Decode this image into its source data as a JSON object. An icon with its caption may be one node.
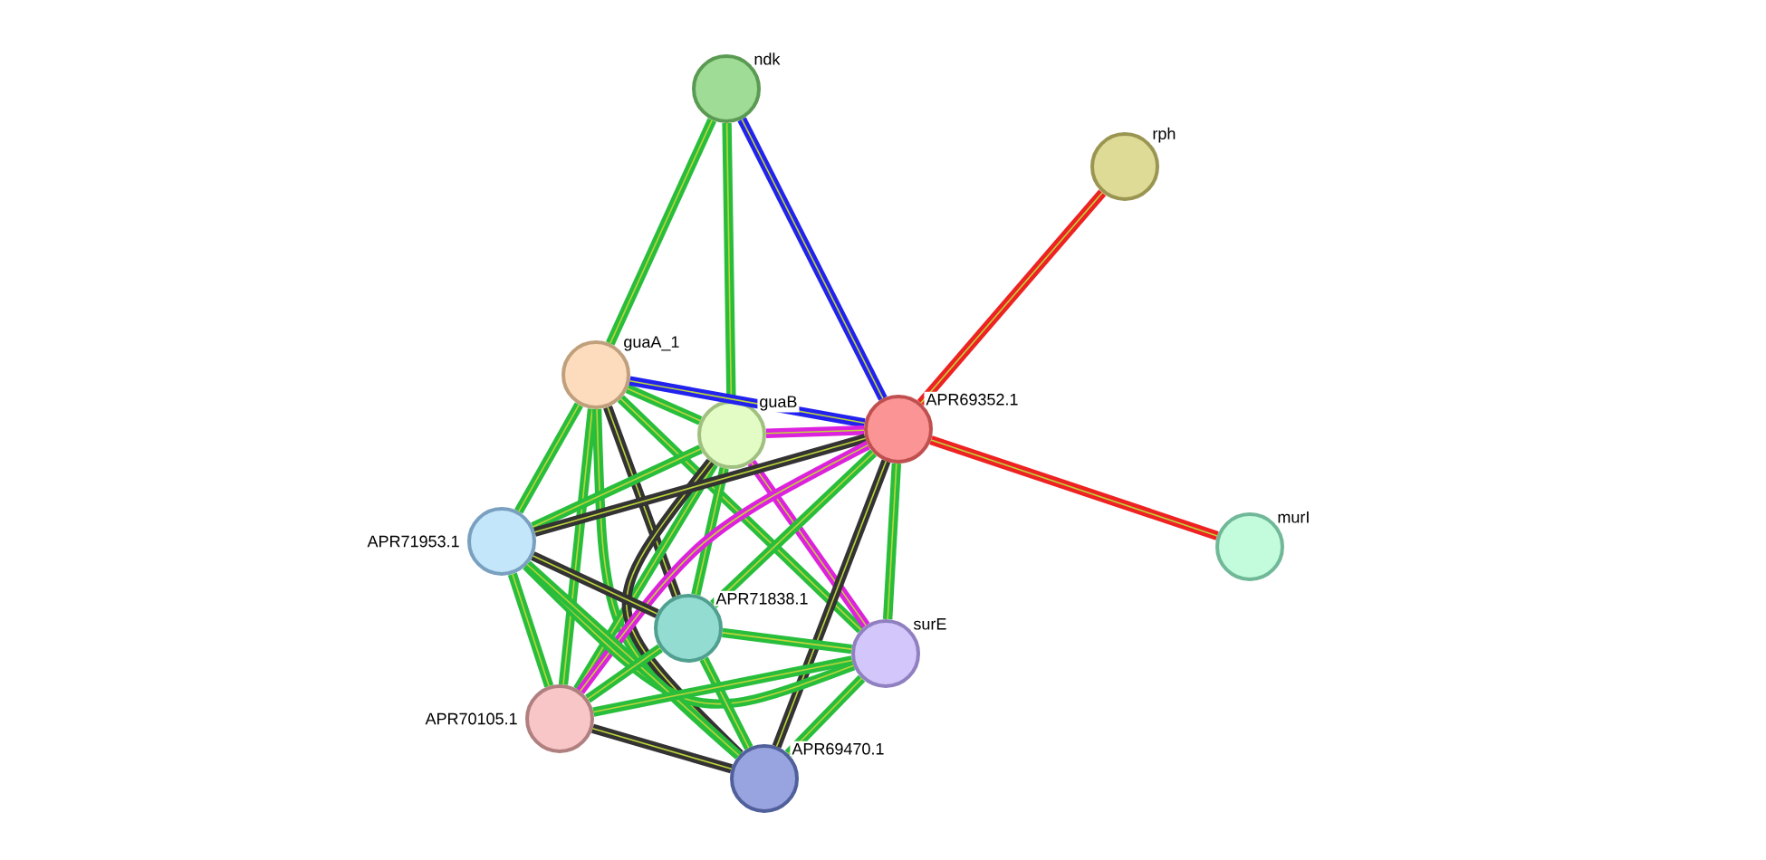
{
  "diagram": {
    "nodes": [
      {
        "text": [
          "ndk"
        ]
      },
      {
        "text": [
          "rph"
        ]
      },
      {
        "text": [
          "guaA_1"
        ]
      },
      {
        "text": [
          "guaB"
        ]
      },
      {
        "text": [
          "APR69352.1"
        ]
      },
      {
        "text": [
          "murI"
        ]
      },
      {
        "text": [
          "APR71953.1"
        ]
      },
      {
        "text": [
          "APR71838.1"
        ]
      },
      {
        "text": [
          "surE"
        ]
      },
      {
        "text": [
          "APR70105.1"
        ]
      },
      {
        "text": [
          "APR69470.1"
        ]
      }
    ],
    "edges": [
      {
        "from": 0,
        "to": 2,
        "arrow": "none"
      },
      {
        "from": 0,
        "to": 3,
        "arrow": "none"
      },
      {
        "from": 0,
        "to": 4,
        "arrow": "none",
        "color": "#2222ee"
      },
      {
        "from": 4,
        "to": 1,
        "arrow": "none",
        "color": "#ee2222"
      },
      {
        "from": 4,
        "to": 5,
        "arrow": "none",
        "color": "#ee2222"
      },
      {
        "from": 2,
        "to": 3,
        "arrow": "none"
      },
      {
        "from": 2,
        "to": 4,
        "arrow": "none",
        "color": "#2222ee"
      },
      {
        "from": 2,
        "to": 6,
        "arrow": "none"
      },
      {
        "from": 2,
        "to": 7,
        "arrow": "none",
        "color": "#333333"
      },
      {
        "from": 2,
        "to": 8,
        "arrow": "none"
      },
      {
        "from": 2,
        "to": 9,
        "arrow": "none"
      },
      {
        "from": 2,
        "to": 10,
        "arrow": "none"
      },
      {
        "from": 3,
        "to": 4,
        "arrow": "none",
        "color": "#dd22dd"
      },
      {
        "from": 3,
        "to": 6,
        "arrow": "none"
      },
      {
        "from": 3,
        "to": 7,
        "arrow": "none"
      },
      {
        "from": 3,
        "to": 8,
        "arrow": "none",
        "color": "#dd22dd"
      },
      {
        "from": 3,
        "to": 9,
        "arrow": "none"
      },
      {
        "from": 3,
        "to": 10,
        "arrow": "none",
        "color": "#333333"
      },
      {
        "from": 4,
        "to": 6,
        "arrow": "none",
        "color": "#333333"
      },
      {
        "from": 4,
        "to": 7,
        "arrow": "none"
      },
      {
        "from": 4,
        "to": 8,
        "arrow": "none"
      },
      {
        "from": 4,
        "to": 9,
        "arrow": "none",
        "color": "#dd22dd"
      },
      {
        "from": 4,
        "to": 10,
        "arrow": "none",
        "color": "#333333"
      },
      {
        "from": 6,
        "to": 7,
        "arrow": "none",
        "color": "#333333"
      },
      {
        "from": 6,
        "to": 8,
        "arrow": "none"
      },
      {
        "from": 6,
        "to": 9,
        "arrow": "none"
      },
      {
        "from": 6,
        "to": 10,
        "arrow": "none"
      },
      {
        "from": 7,
        "to": 8,
        "arrow": "none"
      },
      {
        "from": 7,
        "to": 9,
        "arrow": "none"
      },
      {
        "from": 7,
        "to": 10,
        "arrow": "none"
      },
      {
        "from": 8,
        "to": 9,
        "arrow": "none"
      },
      {
        "from": 8,
        "to": 10,
        "arrow": "none"
      },
      {
        "from": 9,
        "to": 10,
        "arrow": "none",
        "color": "#333333"
      }
    ]
  }
}
